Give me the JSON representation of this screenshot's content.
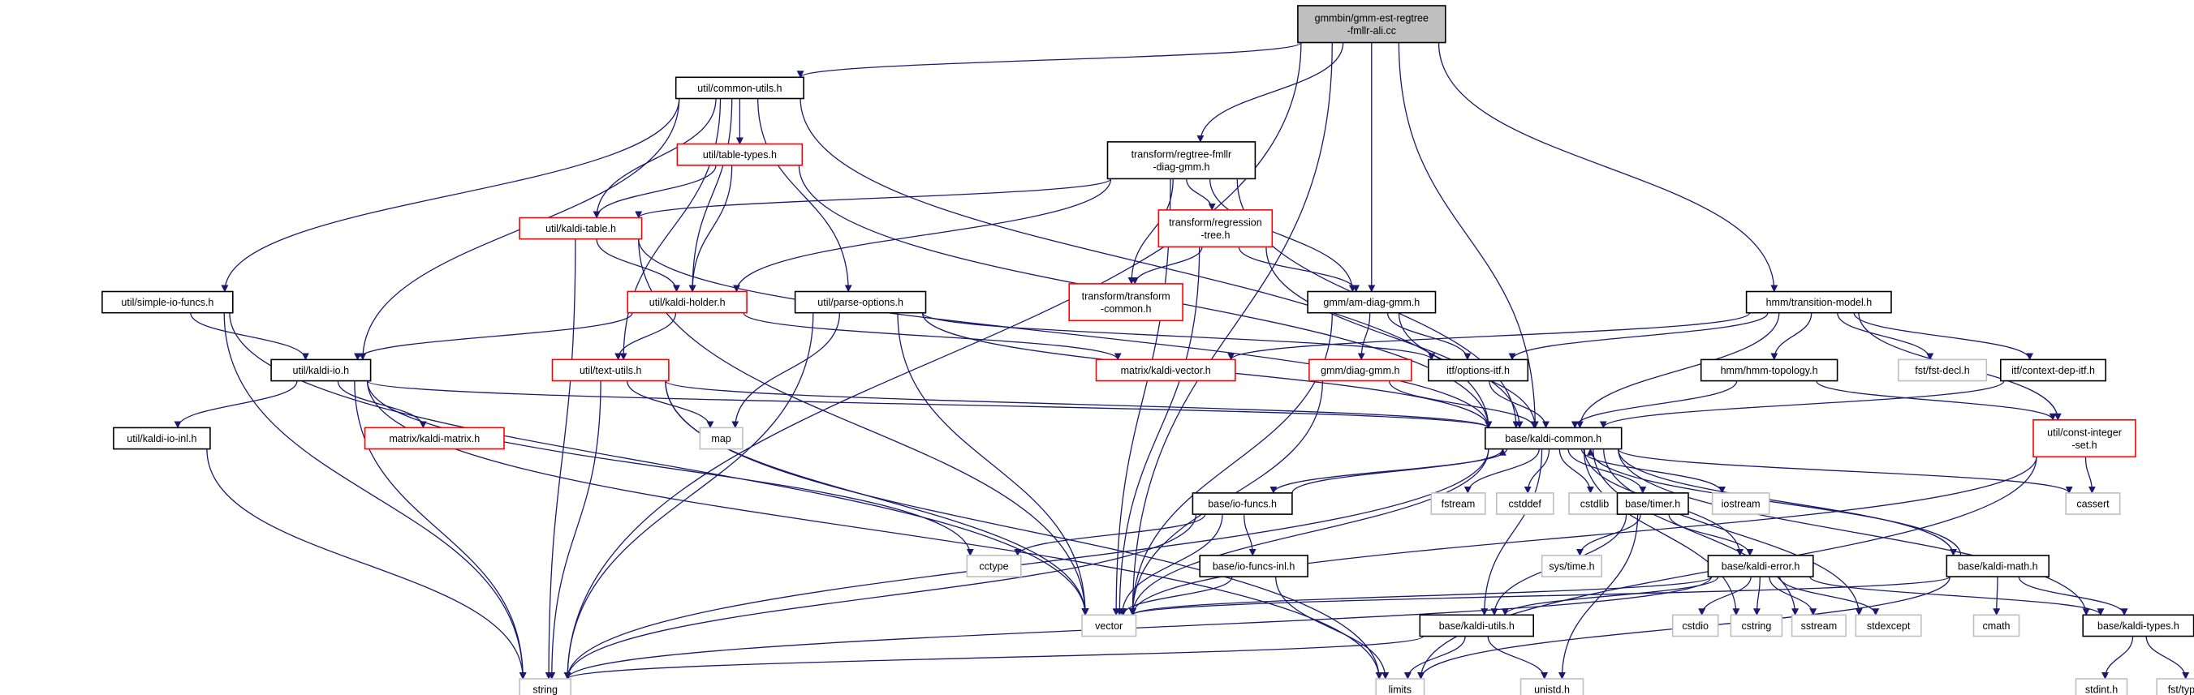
{
  "colors": {
    "edge": "#191970",
    "normal_border": "#000000",
    "truncated_border": "#ff0000",
    "system_border": "#bfbfbf",
    "root_fill": "#bfbfbf",
    "node_fill": "#ffffff"
  },
  "nodes": [
    {
      "id": "root",
      "lines": [
        "gmmbin/gmm-est-regtree",
        "-fmllr-ali.cc"
      ],
      "kind": "root"
    },
    {
      "id": "common_utils",
      "lines": [
        "util/common-utils.h"
      ],
      "kind": "normal"
    },
    {
      "id": "table_types",
      "lines": [
        "util/table-types.h"
      ],
      "kind": "truncated"
    },
    {
      "id": "kaldi_table",
      "lines": [
        "util/kaldi-table.h"
      ],
      "kind": "truncated"
    },
    {
      "id": "kaldi_holder",
      "lines": [
        "util/kaldi-holder.h"
      ],
      "kind": "truncated"
    },
    {
      "id": "parse_options",
      "lines": [
        "util/parse-options.h"
      ],
      "kind": "normal"
    },
    {
      "id": "simple_io",
      "lines": [
        "util/simple-io-funcs.h"
      ],
      "kind": "normal"
    },
    {
      "id": "kaldi_io",
      "lines": [
        "util/kaldi-io.h"
      ],
      "kind": "normal"
    },
    {
      "id": "kaldi_io_inl",
      "lines": [
        "util/kaldi-io-inl.h"
      ],
      "kind": "normal"
    },
    {
      "id": "kaldi_matrix",
      "lines": [
        "matrix/kaldi-matrix.h"
      ],
      "kind": "truncated"
    },
    {
      "id": "text_utils",
      "lines": [
        "util/text-utils.h"
      ],
      "kind": "truncated"
    },
    {
      "id": "regtree_fmllr",
      "lines": [
        "transform/regtree-fmllr",
        "-diag-gmm.h"
      ],
      "kind": "normal"
    },
    {
      "id": "regression_tree",
      "lines": [
        "transform/regression",
        "-tree.h"
      ],
      "kind": "truncated"
    },
    {
      "id": "transform_common",
      "lines": [
        "transform/transform",
        "-common.h"
      ],
      "kind": "truncated"
    },
    {
      "id": "am_diag_gmm",
      "lines": [
        "gmm/am-diag-gmm.h"
      ],
      "kind": "normal"
    },
    {
      "id": "kaldi_vector",
      "lines": [
        "matrix/kaldi-vector.h"
      ],
      "kind": "truncated"
    },
    {
      "id": "diag_gmm",
      "lines": [
        "gmm/diag-gmm.h"
      ],
      "kind": "truncated"
    },
    {
      "id": "options_itf",
      "lines": [
        "itf/options-itf.h"
      ],
      "kind": "normal"
    },
    {
      "id": "transition_model",
      "lines": [
        "hmm/transition-model.h"
      ],
      "kind": "normal"
    },
    {
      "id": "hmm_topology",
      "lines": [
        "hmm/hmm-topology.h"
      ],
      "kind": "normal"
    },
    {
      "id": "fst_decl",
      "lines": [
        "fst/fst-decl.h"
      ],
      "kind": "system"
    },
    {
      "id": "context_dep_itf",
      "lines": [
        "itf/context-dep-itf.h"
      ],
      "kind": "normal"
    },
    {
      "id": "const_integer_set",
      "lines": [
        "util/const-integer",
        "-set.h"
      ],
      "kind": "truncated"
    },
    {
      "id": "kaldi_common",
      "lines": [
        "base/kaldi-common.h"
      ],
      "kind": "normal"
    },
    {
      "id": "map",
      "lines": [
        "map"
      ],
      "kind": "system"
    },
    {
      "id": "io_funcs",
      "lines": [
        "base/io-funcs.h"
      ],
      "kind": "normal"
    },
    {
      "id": "io_funcs_inl",
      "lines": [
        "base/io-funcs-inl.h"
      ],
      "kind": "normal"
    },
    {
      "id": "cctype",
      "lines": [
        "cctype"
      ],
      "kind": "system"
    },
    {
      "id": "fstream",
      "lines": [
        "fstream"
      ],
      "kind": "system"
    },
    {
      "id": "cstddef",
      "lines": [
        "cstddef"
      ],
      "kind": "system"
    },
    {
      "id": "cstdlib",
      "lines": [
        "cstdlib"
      ],
      "kind": "system"
    },
    {
      "id": "timer",
      "lines": [
        "base/timer.h"
      ],
      "kind": "normal"
    },
    {
      "id": "sys_time",
      "lines": [
        "sys/time.h"
      ],
      "kind": "system"
    },
    {
      "id": "iostream",
      "lines": [
        "iostream"
      ],
      "kind": "system"
    },
    {
      "id": "kaldi_error",
      "lines": [
        "base/kaldi-error.h"
      ],
      "kind": "normal"
    },
    {
      "id": "kaldi_math",
      "lines": [
        "base/kaldi-math.h"
      ],
      "kind": "normal"
    },
    {
      "id": "cassert",
      "lines": [
        "cassert"
      ],
      "kind": "system"
    },
    {
      "id": "vector",
      "lines": [
        "vector"
      ],
      "kind": "system"
    },
    {
      "id": "kaldi_utils",
      "lines": [
        "base/kaldi-utils.h"
      ],
      "kind": "normal"
    },
    {
      "id": "cstdio",
      "lines": [
        "cstdio"
      ],
      "kind": "system"
    },
    {
      "id": "cstring",
      "lines": [
        "cstring"
      ],
      "kind": "system"
    },
    {
      "id": "sstream",
      "lines": [
        "sstream"
      ],
      "kind": "system"
    },
    {
      "id": "stdexcept",
      "lines": [
        "stdexcept"
      ],
      "kind": "system"
    },
    {
      "id": "cmath",
      "lines": [
        "cmath"
      ],
      "kind": "system"
    },
    {
      "id": "kaldi_types",
      "lines": [
        "base/kaldi-types.h"
      ],
      "kind": "normal"
    },
    {
      "id": "string",
      "lines": [
        "string"
      ],
      "kind": "system"
    },
    {
      "id": "limits",
      "lines": [
        "limits"
      ],
      "kind": "system"
    },
    {
      "id": "unistd",
      "lines": [
        "unistd.h"
      ],
      "kind": "system"
    },
    {
      "id": "stdint",
      "lines": [
        "stdint.h"
      ],
      "kind": "system"
    },
    {
      "id": "fst_types",
      "lines": [
        "fst/types.h"
      ],
      "kind": "system"
    }
  ],
  "edges": [
    [
      "root",
      "common_utils"
    ],
    [
      "root",
      "regtree_fmllr"
    ],
    [
      "root",
      "am_diag_gmm"
    ],
    [
      "root",
      "transition_model"
    ],
    [
      "root",
      "kaldi_common"
    ],
    [
      "root",
      "string"
    ],
    [
      "root",
      "vector"
    ],
    [
      "common_utils",
      "table_types"
    ],
    [
      "common_utils",
      "kaldi_table"
    ],
    [
      "common_utils",
      "kaldi_holder"
    ],
    [
      "common_utils",
      "parse_options"
    ],
    [
      "common_utils",
      "simple_io"
    ],
    [
      "common_utils",
      "kaldi_io"
    ],
    [
      "common_utils",
      "text_utils"
    ],
    [
      "common_utils",
      "kaldi_common"
    ],
    [
      "table_types",
      "kaldi_table"
    ],
    [
      "table_types",
      "kaldi_holder"
    ],
    [
      "table_types",
      "kaldi_common"
    ],
    [
      "kaldi_table",
      "kaldi_holder"
    ],
    [
      "kaldi_table",
      "kaldi_common"
    ],
    [
      "kaldi_table",
      "string"
    ],
    [
      "kaldi_table",
      "vector"
    ],
    [
      "kaldi_holder",
      "kaldi_io"
    ],
    [
      "kaldi_holder",
      "text_utils"
    ],
    [
      "kaldi_holder",
      "kaldi_vector"
    ],
    [
      "parse_options",
      "map"
    ],
    [
      "parse_options",
      "string"
    ],
    [
      "parse_options",
      "vector"
    ],
    [
      "parse_options",
      "kaldi_common"
    ],
    [
      "parse_options",
      "options_itf"
    ],
    [
      "simple_io",
      "kaldi_io"
    ],
    [
      "simple_io",
      "string"
    ],
    [
      "simple_io",
      "vector"
    ],
    [
      "kaldi_io",
      "kaldi_io_inl"
    ],
    [
      "kaldi_io",
      "kaldi_matrix"
    ],
    [
      "kaldi_io",
      "kaldi_common"
    ],
    [
      "kaldi_io",
      "cctype"
    ],
    [
      "kaldi_io",
      "string"
    ],
    [
      "kaldi_io",
      "limits"
    ],
    [
      "kaldi_io_inl",
      "string"
    ],
    [
      "text_utils",
      "map"
    ],
    [
      "text_utils",
      "string"
    ],
    [
      "text_utils",
      "vector"
    ],
    [
      "text_utils",
      "limits"
    ],
    [
      "text_utils",
      "kaldi_common"
    ],
    [
      "regtree_fmllr",
      "kaldi_table"
    ],
    [
      "regtree_fmllr",
      "kaldi_holder"
    ],
    [
      "regtree_fmllr",
      "regression_tree"
    ],
    [
      "regtree_fmllr",
      "transform_common"
    ],
    [
      "regtree_fmllr",
      "am_diag_gmm"
    ],
    [
      "regtree_fmllr",
      "kaldi_common"
    ],
    [
      "regtree_fmllr",
      "vector"
    ],
    [
      "regression_tree",
      "transform_common"
    ],
    [
      "regression_tree",
      "am_diag_gmm"
    ],
    [
      "regression_tree",
      "kaldi_common"
    ],
    [
      "regression_tree",
      "vector"
    ],
    [
      "am_diag_gmm",
      "diag_gmm"
    ],
    [
      "am_diag_gmm",
      "options_itf"
    ],
    [
      "am_diag_gmm",
      "kaldi_common"
    ],
    [
      "am_diag_gmm",
      "vector"
    ],
    [
      "diag_gmm",
      "kaldi_common"
    ],
    [
      "diag_gmm",
      "vector"
    ],
    [
      "options_itf",
      "kaldi_common"
    ],
    [
      "transition_model",
      "hmm_topology"
    ],
    [
      "transition_model",
      "fst_decl"
    ],
    [
      "transition_model",
      "context_dep_itf"
    ],
    [
      "transition_model",
      "const_integer_set"
    ],
    [
      "transition_model",
      "kaldi_common"
    ],
    [
      "transition_model",
      "kaldi_vector"
    ],
    [
      "transition_model",
      "options_itf"
    ],
    [
      "hmm_topology",
      "kaldi_common"
    ],
    [
      "hmm_topology",
      "const_integer_set"
    ],
    [
      "context_dep_itf",
      "kaldi_common"
    ],
    [
      "const_integer_set",
      "cassert"
    ],
    [
      "const_integer_set",
      "vector"
    ],
    [
      "const_integer_set",
      "limits"
    ],
    [
      "kaldi_common",
      "io_funcs"
    ],
    [
      "kaldi_common",
      "fstream"
    ],
    [
      "kaldi_common",
      "cstddef"
    ],
    [
      "kaldi_common",
      "cstdlib"
    ],
    [
      "kaldi_common",
      "timer"
    ],
    [
      "kaldi_common",
      "iostream"
    ],
    [
      "kaldi_common",
      "kaldi_error"
    ],
    [
      "kaldi_common",
      "kaldi_math"
    ],
    [
      "kaldi_common",
      "cassert"
    ],
    [
      "kaldi_common",
      "vector"
    ],
    [
      "kaldi_common",
      "string"
    ],
    [
      "kaldi_common",
      "kaldi_utils"
    ],
    [
      "kaldi_common",
      "cstring"
    ],
    [
      "kaldi_common",
      "sstream"
    ],
    [
      "kaldi_common",
      "stdexcept"
    ],
    [
      "kaldi_common",
      "kaldi_types"
    ],
    [
      "io_funcs",
      "kaldi_common"
    ],
    [
      "io_funcs",
      "cctype"
    ],
    [
      "io_funcs",
      "io_funcs_inl"
    ],
    [
      "io_funcs",
      "vector"
    ],
    [
      "io_funcs",
      "string"
    ],
    [
      "io_funcs_inl",
      "vector"
    ],
    [
      "io_funcs_inl",
      "limits"
    ],
    [
      "timer",
      "sys_time"
    ],
    [
      "timer",
      "kaldi_error"
    ],
    [
      "timer",
      "kaldi_utils"
    ],
    [
      "timer",
      "unistd"
    ],
    [
      "kaldi_error",
      "vector"
    ],
    [
      "kaldi_error",
      "kaldi_utils"
    ],
    [
      "kaldi_error",
      "cstdio"
    ],
    [
      "kaldi_error",
      "cstring"
    ],
    [
      "kaldi_error",
      "sstream"
    ],
    [
      "kaldi_error",
      "stdexcept"
    ],
    [
      "kaldi_error",
      "kaldi_types"
    ],
    [
      "kaldi_error",
      "string"
    ],
    [
      "kaldi_math",
      "kaldi_common"
    ],
    [
      "kaldi_math",
      "kaldi_types"
    ],
    [
      "kaldi_math",
      "cmath"
    ],
    [
      "kaldi_math",
      "limits"
    ],
    [
      "kaldi_math",
      "vector"
    ],
    [
      "kaldi_utils",
      "string"
    ],
    [
      "kaldi_utils",
      "limits"
    ],
    [
      "kaldi_utils",
      "unistd"
    ],
    [
      "kaldi_types",
      "stdint"
    ],
    [
      "kaldi_types",
      "fst_types"
    ]
  ]
}
